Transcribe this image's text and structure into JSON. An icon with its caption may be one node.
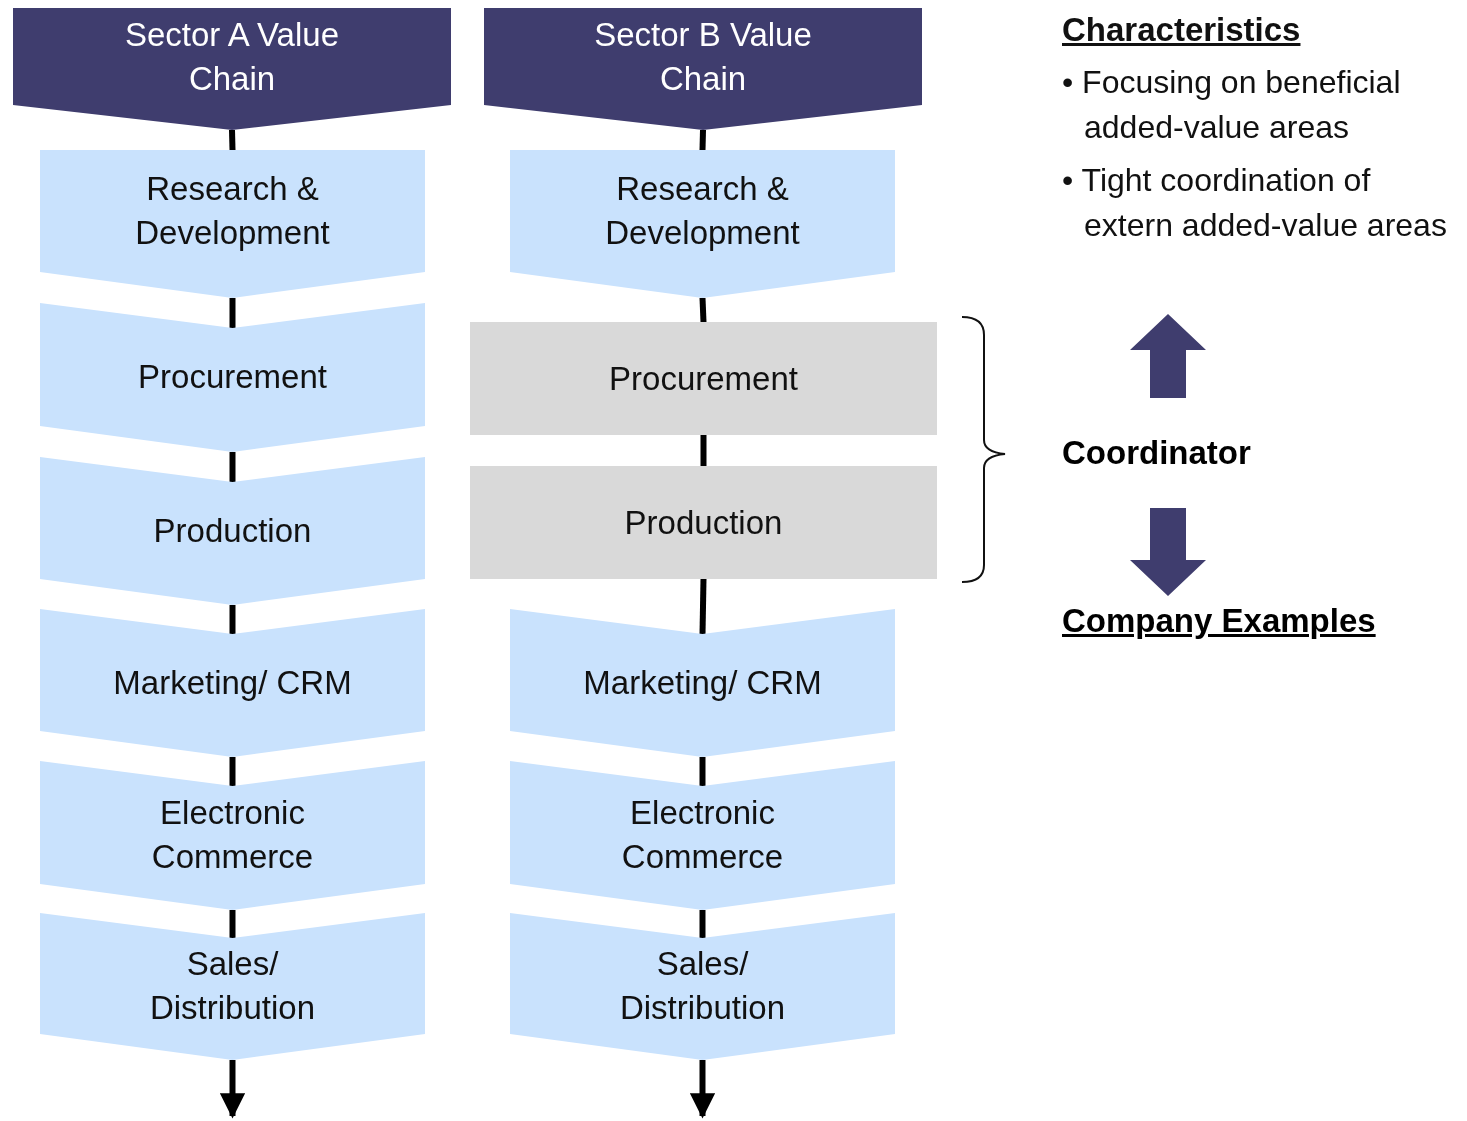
{
  "diagram": {
    "nodes": [
      {
        "text": [
          "Sector A Value Chain"
        ]
      },
      {
        "text": [
          "Research & Development"
        ]
      },
      {
        "text": [
          "Procurement"
        ]
      },
      {
        "text": [
          "Production"
        ]
      },
      {
        "text": [
          "Marketing/ CRM"
        ]
      },
      {
        "text": [
          "Electronic Commerce"
        ]
      },
      {
        "text": [
          "Sales/ Distribution"
        ]
      },
      {
        "text": [
          "Sector B Value Chain"
        ]
      },
      {
        "text": [
          "Research & Development"
        ]
      },
      {
        "text": [
          "Procurement"
        ]
      },
      {
        "text": [
          "Production"
        ]
      },
      {
        "text": [
          "Marketing/ CRM"
        ]
      },
      {
        "text": [
          "Electronic Commerce"
        ]
      },
      {
        "text": [
          "Sales/ Distribution"
        ]
      },
      {
        "text": [
          "Characteristics",
          "• Focusing on beneficial added-value areas",
          "• Tight coordination of extern added-value areas"
        ]
      },
      {
        "text": [
          "Coordinator"
        ]
      },
      {
        "text": [
          "Company Examples"
        ]
      }
    ],
    "edges": [
      {
        "from": 0,
        "to": 1,
        "arrow": "none"
      },
      {
        "from": 1,
        "to": 2,
        "arrow": "none"
      },
      {
        "from": 2,
        "to": 3,
        "arrow": "none"
      },
      {
        "from": 3,
        "to": 4,
        "arrow": "none"
      },
      {
        "from": 4,
        "to": 5,
        "arrow": "none"
      },
      {
        "from": 5,
        "to": 6,
        "arrow": "none"
      },
      {
        "from": 6,
        "to": null,
        "arrow": "to"
      },
      {
        "from": 7,
        "to": 8,
        "arrow": "none"
      },
      {
        "from": 8,
        "to": 9,
        "arrow": "none"
      },
      {
        "from": 9,
        "to": 10,
        "arrow": "none"
      },
      {
        "from": 10,
        "to": 11,
        "arrow": "none"
      },
      {
        "from": 11,
        "to": 12,
        "arrow": "none"
      },
      {
        "from": 12,
        "to": 13,
        "arrow": "none"
      },
      {
        "from": 13,
        "to": null,
        "arrow": "to"
      },
      {
        "from": 15,
        "to": 14,
        "arrow": "to",
        "style": "thick",
        "color": "#3f3d6e"
      },
      {
        "from": 15,
        "to": 16,
        "arrow": "to",
        "style": "thick",
        "color": "#3f3d6e"
      }
    ]
  }
}
